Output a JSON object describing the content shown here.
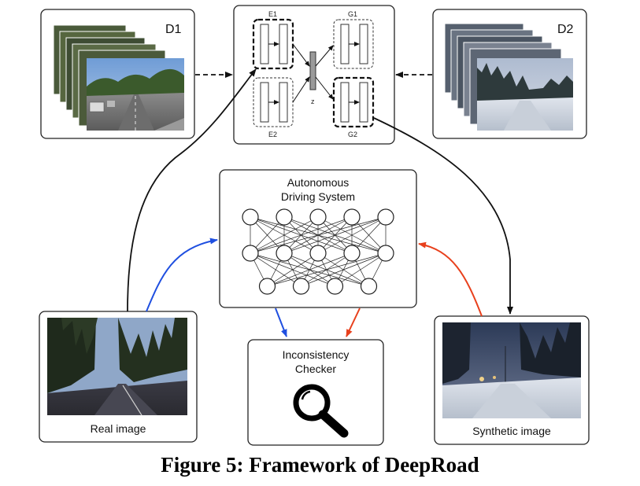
{
  "caption": "Figure 5: Framework of DeepRoad",
  "datasets": {
    "d1": "D1",
    "d2": "D2"
  },
  "unit": {
    "e1": "E1",
    "e2": "E2",
    "g1": "G1",
    "g2": "G2",
    "z": "z"
  },
  "ads": {
    "line1": "Autonomous",
    "line2": "Driving System"
  },
  "checker": {
    "line1": "Inconsistency",
    "line2": "Checker"
  },
  "real_image": {
    "label": "Real image"
  },
  "synthetic_image": {
    "label": "Synthetic image"
  },
  "colors": {
    "real_flow": "#1f4fe0",
    "synthetic_flow": "#e8401c",
    "line": "#111111"
  },
  "network": {
    "layers": [
      5,
      5,
      4
    ]
  }
}
